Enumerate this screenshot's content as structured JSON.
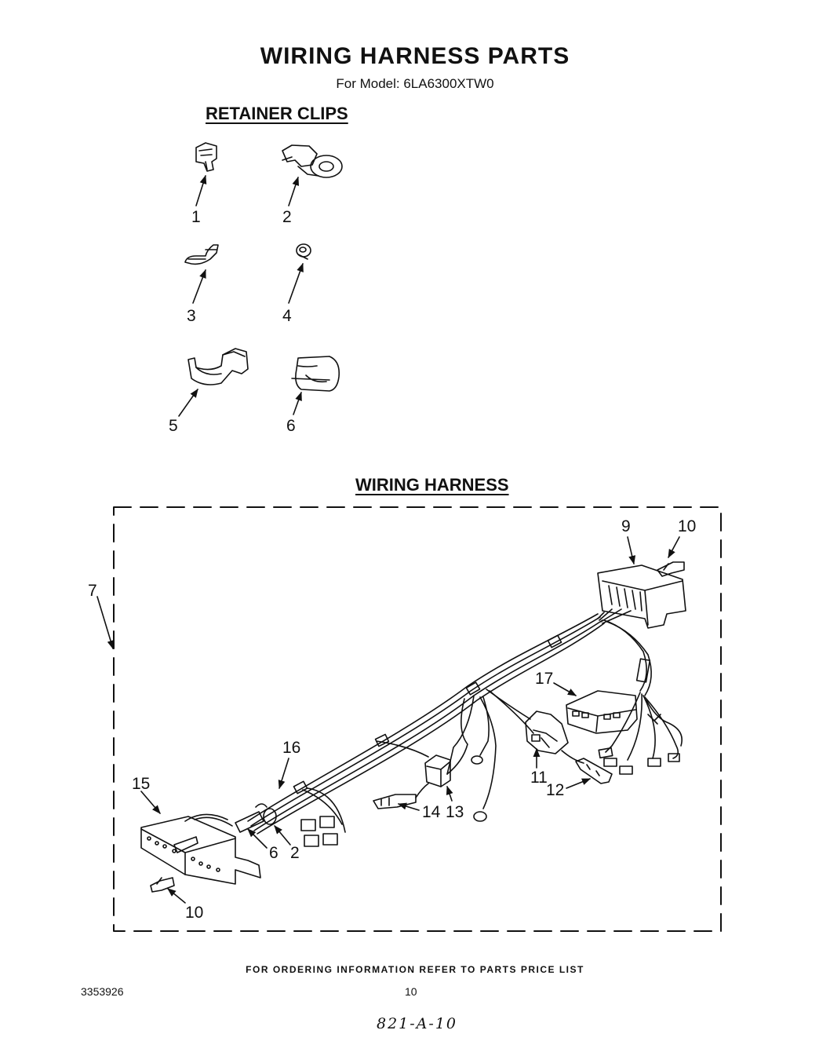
{
  "header": {
    "title": "WIRING HARNESS PARTS",
    "subtitle": "For Model: 6LA6300XTW0"
  },
  "retainer_clips": {
    "heading": "RETAINER CLIPS",
    "items": [
      {
        "label": "1",
        "icon": "clip-1-icon"
      },
      {
        "label": "2",
        "icon": "clip-2-icon"
      },
      {
        "label": "3",
        "icon": "clip-3-icon"
      },
      {
        "label": "4",
        "icon": "clip-4-icon"
      },
      {
        "label": "5",
        "icon": "clip-5-icon"
      },
      {
        "label": "6",
        "icon": "clip-6-icon"
      }
    ]
  },
  "wiring_harness": {
    "heading": "WIRING HARNESS",
    "callouts": [
      "7",
      "9",
      "10",
      "17",
      "16",
      "15",
      "14",
      "13",
      "11",
      "12",
      "6",
      "2",
      "10"
    ]
  },
  "footer": {
    "note": "FOR ORDERING INFORMATION REFER TO PARTS PRICE LIST",
    "part_number": "3353926",
    "page_number": "10",
    "handwritten": "821-A-10"
  }
}
